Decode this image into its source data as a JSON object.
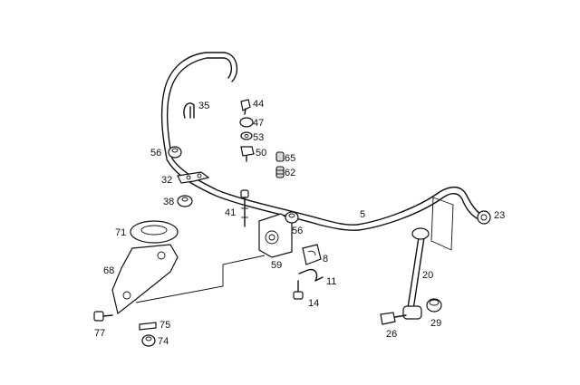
{
  "diagram": {
    "callouts": [
      {
        "id": "c35",
        "text": "35"
      },
      {
        "id": "c44",
        "text": "44"
      },
      {
        "id": "c47",
        "text": "47"
      },
      {
        "id": "c53",
        "text": "53"
      },
      {
        "id": "c50",
        "text": "50"
      },
      {
        "id": "c56a",
        "text": "56"
      },
      {
        "id": "c65",
        "text": "65"
      },
      {
        "id": "c62",
        "text": "62"
      },
      {
        "id": "c32",
        "text": "32"
      },
      {
        "id": "c38",
        "text": "38"
      },
      {
        "id": "c41",
        "text": "41"
      },
      {
        "id": "c56b",
        "text": "56"
      },
      {
        "id": "c5",
        "text": "5"
      },
      {
        "id": "c23",
        "text": "23"
      },
      {
        "id": "c71",
        "text": "71"
      },
      {
        "id": "c8",
        "text": "8"
      },
      {
        "id": "c59",
        "text": "59"
      },
      {
        "id": "c68",
        "text": "68"
      },
      {
        "id": "c11",
        "text": "11"
      },
      {
        "id": "c20",
        "text": "20"
      },
      {
        "id": "c14",
        "text": "14"
      },
      {
        "id": "c75",
        "text": "75"
      },
      {
        "id": "c77",
        "text": "77"
      },
      {
        "id": "c74",
        "text": "74"
      },
      {
        "id": "c26",
        "text": "26"
      },
      {
        "id": "c29",
        "text": "29"
      }
    ]
  }
}
